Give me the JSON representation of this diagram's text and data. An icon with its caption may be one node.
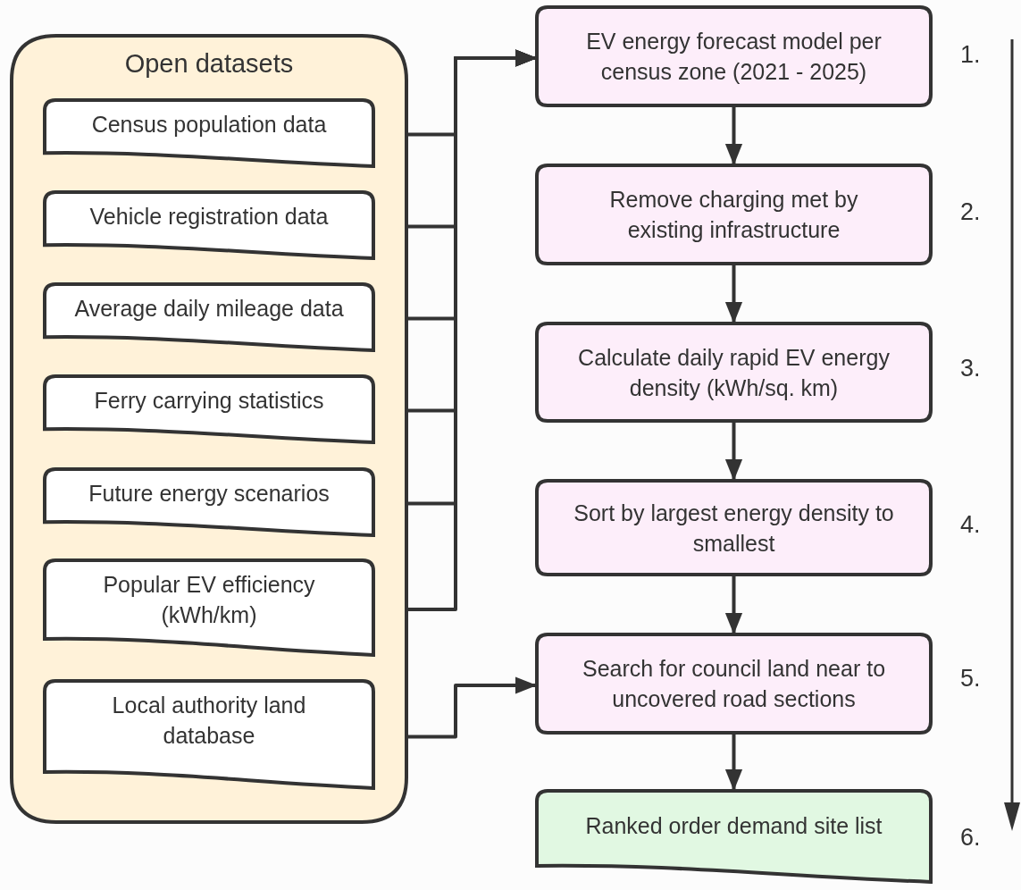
{
  "diagram": {
    "nodes": [
      {
        "text": [
          "Open datasets"
        ]
      },
      {
        "text": [
          "Census population data"
        ],
        "in": 0
      },
      {
        "text": [
          "Vehicle registration data"
        ],
        "in": 0
      },
      {
        "text": [
          "Average daily mileage data"
        ],
        "in": 0
      },
      {
        "text": [
          "Ferry carrying statistics"
        ],
        "in": 0
      },
      {
        "text": [
          "Future energy scenarios"
        ],
        "in": 0
      },
      {
        "text": [
          "Popular EV efficiency (kWh/km)"
        ],
        "in": 0
      },
      {
        "text": [
          "Local authority land database"
        ],
        "in": 0
      },
      {
        "text": [
          "EV energy forecast model per census zone (2021 - 2025)"
        ]
      },
      {
        "text": [
          "Remove charging met by existing infrastructure"
        ]
      },
      {
        "text": [
          "Calculate daily rapid EV energy density (kWh/sq. km)"
        ]
      },
      {
        "text": [
          "Sort by largest energy density to smallest"
        ]
      },
      {
        "text": [
          "Search for council land near to uncovered road sections"
        ]
      },
      {
        "text": [
          "Ranked order demand site list"
        ]
      }
    ],
    "edges": [
      {
        "from": 1,
        "to": 8,
        "arrow": "to"
      },
      {
        "from": 2,
        "to": 8,
        "arrow": "to"
      },
      {
        "from": 3,
        "to": 8,
        "arrow": "to"
      },
      {
        "from": 4,
        "to": 8,
        "arrow": "to"
      },
      {
        "from": 5,
        "to": 8,
        "arrow": "to"
      },
      {
        "from": 6,
        "to": 8,
        "arrow": "to"
      },
      {
        "from": 7,
        "to": 12,
        "arrow": "to"
      },
      {
        "from": 8,
        "to": 9,
        "arrow": "to"
      },
      {
        "from": 9,
        "to": 10,
        "arrow": "to"
      },
      {
        "from": 10,
        "to": 11,
        "arrow": "to"
      },
      {
        "from": 11,
        "to": 12,
        "arrow": "to"
      },
      {
        "from": 12,
        "to": 13,
        "arrow": "to"
      }
    ],
    "labels": [
      "1.",
      "2.",
      "3.",
      "4.",
      "5.",
      "6."
    ]
  }
}
